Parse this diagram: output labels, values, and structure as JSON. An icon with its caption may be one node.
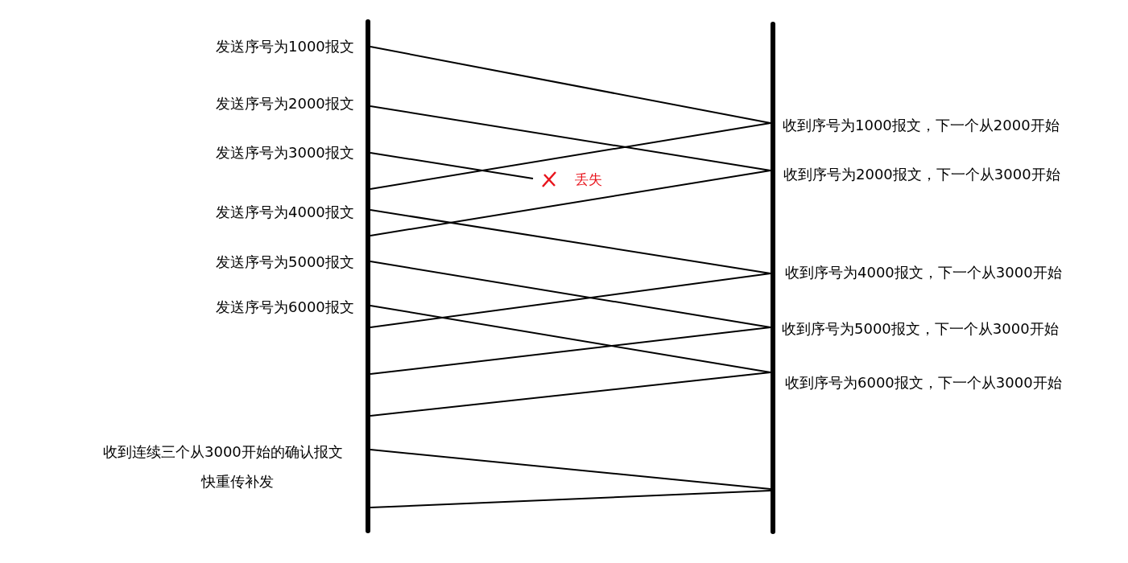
{
  "diagram": {
    "nodes": [
      {
        "text": [],
        "shape": "bar"
      },
      {
        "text": [],
        "shape": "bar"
      },
      {
        "text": [
          "丢失"
        ]
      }
    ],
    "edges": [
      {
        "from": 0,
        "to": 1,
        "arrow": "none"
      },
      {
        "from": 0,
        "to": 1,
        "arrow": "none"
      },
      {
        "from": 0,
        "to": 2,
        "arrow": "none"
      },
      {
        "from": 1,
        "to": 0,
        "arrow": "none"
      },
      {
        "from": 1,
        "to": 0,
        "arrow": "none"
      },
      {
        "from": 0,
        "to": 1,
        "arrow": "none"
      },
      {
        "from": 1,
        "to": 0,
        "arrow": "none"
      },
      {
        "from": 0,
        "to": 1,
        "arrow": "none"
      },
      {
        "from": 0,
        "to": 1,
        "arrow": "none"
      },
      {
        "from": 1,
        "to": 0,
        "arrow": "none"
      },
      {
        "from": 1,
        "to": 0,
        "arrow": "none"
      },
      {
        "from": 0,
        "to": 1,
        "arrow": "none"
      },
      {
        "from": 1,
        "to": 0,
        "arrow": "none"
      }
    ],
    "labels": [
      "发送序号为1000报文",
      "发送序号为2000报文",
      "发送序号为3000报文",
      "发送序号为4000报文",
      "发送序号为5000报文",
      "发送序号为6000报文",
      "收到序号为1000报文，下一个从2000开始",
      "收到序号为2000报文，下一个从3000开始",
      "收到序号为4000报文，下一个从3000开始",
      "收到序号为5000报文，下一个从3000开始",
      "收到序号为6000报文，下一个从3000开始",
      "收到连续三个从3000开始的确认报文",
      "快重传补发"
    ]
  }
}
